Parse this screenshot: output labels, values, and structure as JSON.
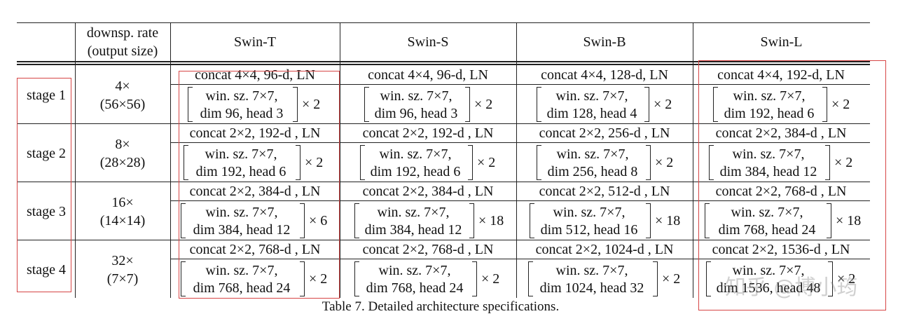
{
  "header": {
    "col0": "",
    "col1_line1": "downsp. rate",
    "col1_line2": "(output size)",
    "models": [
      "Swin-T",
      "Swin-S",
      "Swin-B",
      "Swin-L"
    ]
  },
  "stages": [
    {
      "label": "stage 1",
      "rate": "4×",
      "size": "(56×56)",
      "cells": [
        {
          "concat": "concat 4×4, 96-d, LN",
          "line1": "win. sz. 7×7,",
          "line2": "dim 96, head 3",
          "mult": "× 2"
        },
        {
          "concat": "concat 4×4, 96-d, LN",
          "line1": "win. sz. 7×7,",
          "line2": "dim 96, head 3",
          "mult": "× 2"
        },
        {
          "concat": "concat 4×4, 128-d, LN",
          "line1": "win. sz. 7×7,",
          "line2": "dim 128, head 4",
          "mult": "× 2"
        },
        {
          "concat": "concat 4×4, 192-d, LN",
          "line1": "win. sz. 7×7,",
          "line2": "dim 192, head 6",
          "mult": "× 2"
        }
      ]
    },
    {
      "label": "stage 2",
      "rate": "8×",
      "size": "(28×28)",
      "cells": [
        {
          "concat": "concat 2×2, 192-d , LN",
          "line1": "win. sz. 7×7,",
          "line2": "dim 192, head 6",
          "mult": "× 2"
        },
        {
          "concat": "concat 2×2, 192-d , LN",
          "line1": "win. sz. 7×7,",
          "line2": "dim 192, head 6",
          "mult": "× 2"
        },
        {
          "concat": "concat 2×2, 256-d , LN",
          "line1": "win. sz. 7×7,",
          "line2": "dim 256, head 8",
          "mult": "× 2"
        },
        {
          "concat": "concat 2×2, 384-d , LN",
          "line1": "win. sz. 7×7,",
          "line2": "dim 384, head 12",
          "mult": "× 2"
        }
      ]
    },
    {
      "label": "stage 3",
      "rate": "16×",
      "size": "(14×14)",
      "cells": [
        {
          "concat": "concat 2×2, 384-d , LN",
          "line1": "win. sz. 7×7,",
          "line2": "dim 384, head 12",
          "mult": "× 6"
        },
        {
          "concat": "concat 2×2, 384-d , LN",
          "line1": "win. sz. 7×7,",
          "line2": "dim 384, head 12",
          "mult": "× 18"
        },
        {
          "concat": "concat 2×2, 512-d , LN",
          "line1": "win. sz. 7×7,",
          "line2": "dim 512, head 16",
          "mult": "× 18"
        },
        {
          "concat": "concat 2×2, 768-d , LN",
          "line1": "win. sz. 7×7,",
          "line2": "dim 768, head 24",
          "mult": "× 18"
        }
      ]
    },
    {
      "label": "stage 4",
      "rate": "32×",
      "size": "(7×7)",
      "cells": [
        {
          "concat": "concat 2×2, 768-d , LN",
          "line1": "win. sz. 7×7,",
          "line2": "dim 768, head 24",
          "mult": "× 2"
        },
        {
          "concat": "concat 2×2, 768-d , LN",
          "line1": "win. sz. 7×7,",
          "line2": "dim 768, head 24",
          "mult": "× 2"
        },
        {
          "concat": "concat 2×2, 1024-d , LN",
          "line1": "win. sz. 7×7,",
          "line2": "dim 1024, head 32",
          "mult": "× 2"
        },
        {
          "concat": "concat 2×2, 1536-d , LN",
          "line1": "win. sz. 7×7,",
          "line2": "dim 1536, head 48",
          "mult": "× 2"
        }
      ]
    }
  ],
  "caption": "Table 7. Detailed architecture specifications.",
  "watermark": "知乎 @博小筠",
  "colors": {
    "highlight_box": "#d64545",
    "rule": "#222222"
  }
}
